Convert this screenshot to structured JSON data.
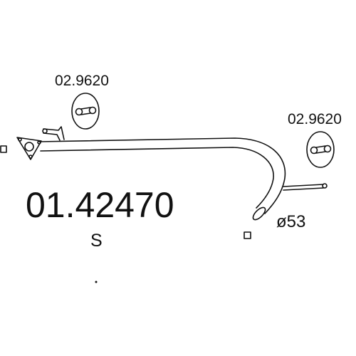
{
  "labels": {
    "hanger_left_code": "02.9620",
    "hanger_right_code": "02.9620",
    "part_number": "01.42470",
    "variant": "S",
    "diameter": "ø53"
  },
  "colors": {
    "ink": "#111111",
    "background": "#ffffff"
  }
}
